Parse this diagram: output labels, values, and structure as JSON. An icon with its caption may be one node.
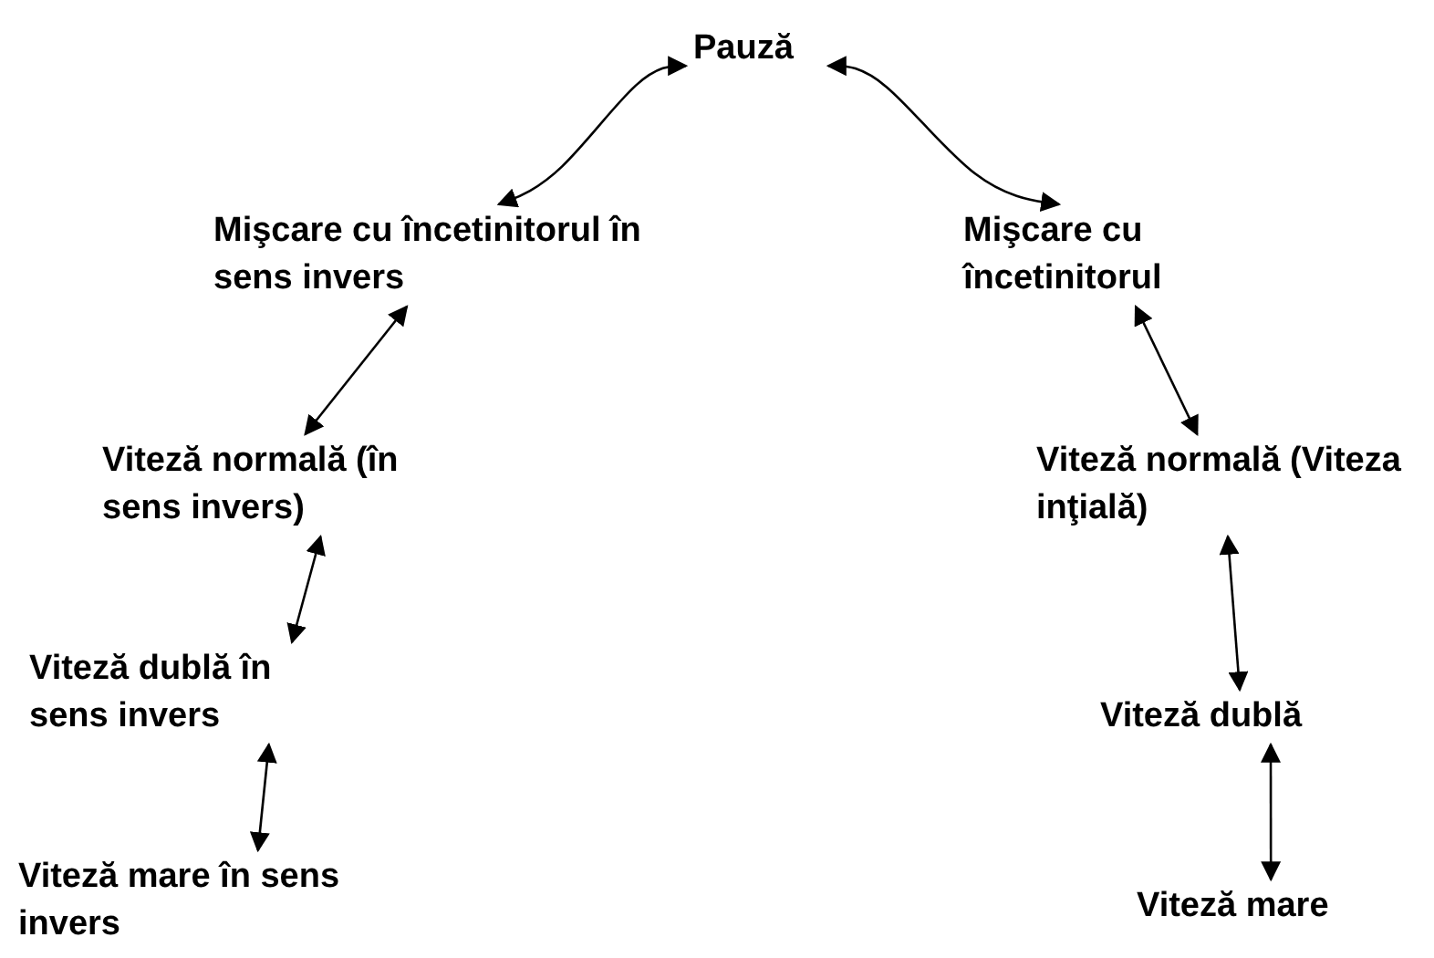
{
  "diagram": {
    "nodes": [
      {
        "text": [
          "Pauză"
        ]
      },
      {
        "text": [
          "Mişcare cu încetinitorul în sens invers"
        ]
      },
      {
        "text": [
          "Mişcare cu încetinitorul"
        ]
      },
      {
        "text": [
          "Viteză normală (în sens invers)"
        ]
      },
      {
        "text": [
          "Viteză normală (Viteza inţială)"
        ]
      },
      {
        "text": [
          "Viteză dublă în sens invers"
        ]
      },
      {
        "text": [
          "Viteză dublă"
        ]
      },
      {
        "text": [
          "Viteză mare în sens invers"
        ]
      },
      {
        "text": [
          "Viteză mare"
        ]
      }
    ],
    "edges": [
      {
        "from": 0,
        "to": 1,
        "arrow": "both"
      },
      {
        "from": 0,
        "to": 2,
        "arrow": "both"
      },
      {
        "from": 1,
        "to": 3,
        "arrow": "both"
      },
      {
        "from": 2,
        "to": 4,
        "arrow": "both"
      },
      {
        "from": 3,
        "to": 5,
        "arrow": "both"
      },
      {
        "from": 4,
        "to": 6,
        "arrow": "both"
      },
      {
        "from": 5,
        "to": 7,
        "arrow": "both"
      },
      {
        "from": 6,
        "to": 8,
        "arrow": "both"
      }
    ]
  }
}
